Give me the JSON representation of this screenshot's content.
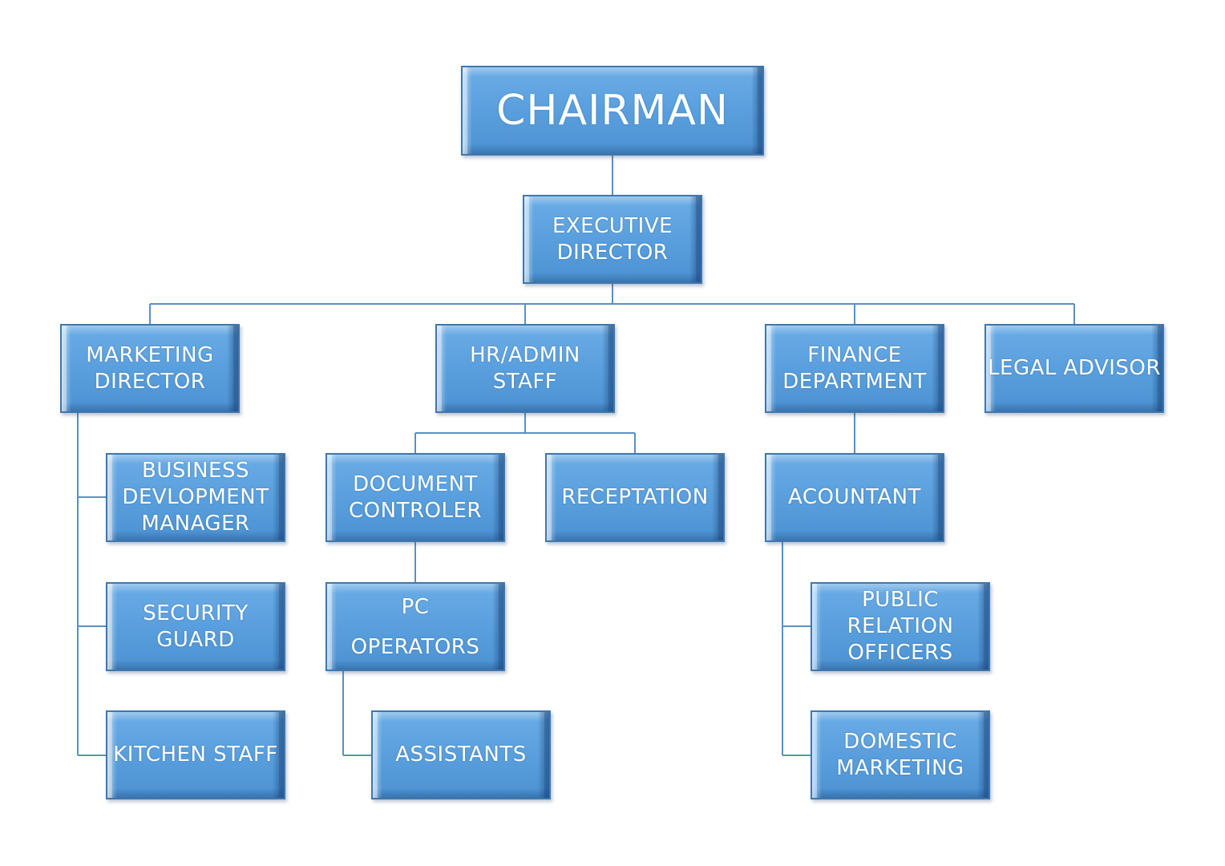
{
  "org_chart": {
    "nodes": {
      "chairman": "CHAIRMAN",
      "executive_director": "EXECUTIVE\nDIRECTOR",
      "marketing_director": "MARKETING\nDIRECTOR",
      "hr_admin_staff": "HR/ADMIN STAFF",
      "finance_department": "FINANCE\nDEPARTMENT",
      "legal_advisor": "LEGAL ADVISOR",
      "business_devlopment_manager": "BUSINESS\nDEVLOPMENT\nMANAGER",
      "security_guard": "SECURITY GUARD",
      "kitchen_staff": "KITCHEN STAFF",
      "document_controler": "DOCUMENT\nCONTROLER",
      "receptation": "RECEPTATION",
      "pc_operators": "PC\nOPERATORS",
      "assistants": "ASSISTANTS",
      "acountant": "ACOUNTANT",
      "public_relation_officers": "PUBLIC RELATION\nOFFICERS",
      "domestic_marketing": "DOMESTIC\nMARKETING"
    },
    "reporting_lines": [
      [
        "chairman",
        "executive_director"
      ],
      [
        "executive_director",
        "marketing_director"
      ],
      [
        "executive_director",
        "hr_admin_staff"
      ],
      [
        "executive_director",
        "finance_department"
      ],
      [
        "executive_director",
        "legal_advisor"
      ],
      [
        "marketing_director",
        "business_devlopment_manager"
      ],
      [
        "marketing_director",
        "security_guard"
      ],
      [
        "marketing_director",
        "kitchen_staff"
      ],
      [
        "hr_admin_staff",
        "document_controler"
      ],
      [
        "hr_admin_staff",
        "receptation"
      ],
      [
        "document_controler",
        "pc_operators"
      ],
      [
        "pc_operators",
        "assistants"
      ],
      [
        "finance_department",
        "acountant"
      ],
      [
        "acountant",
        "public_relation_officers"
      ],
      [
        "acountant",
        "domestic_marketing"
      ]
    ],
    "colors": {
      "box_fill": "#5a9fdd",
      "box_border": "#3f77ad",
      "connector": "#5b90c3",
      "label_text": "#ffffff"
    }
  }
}
